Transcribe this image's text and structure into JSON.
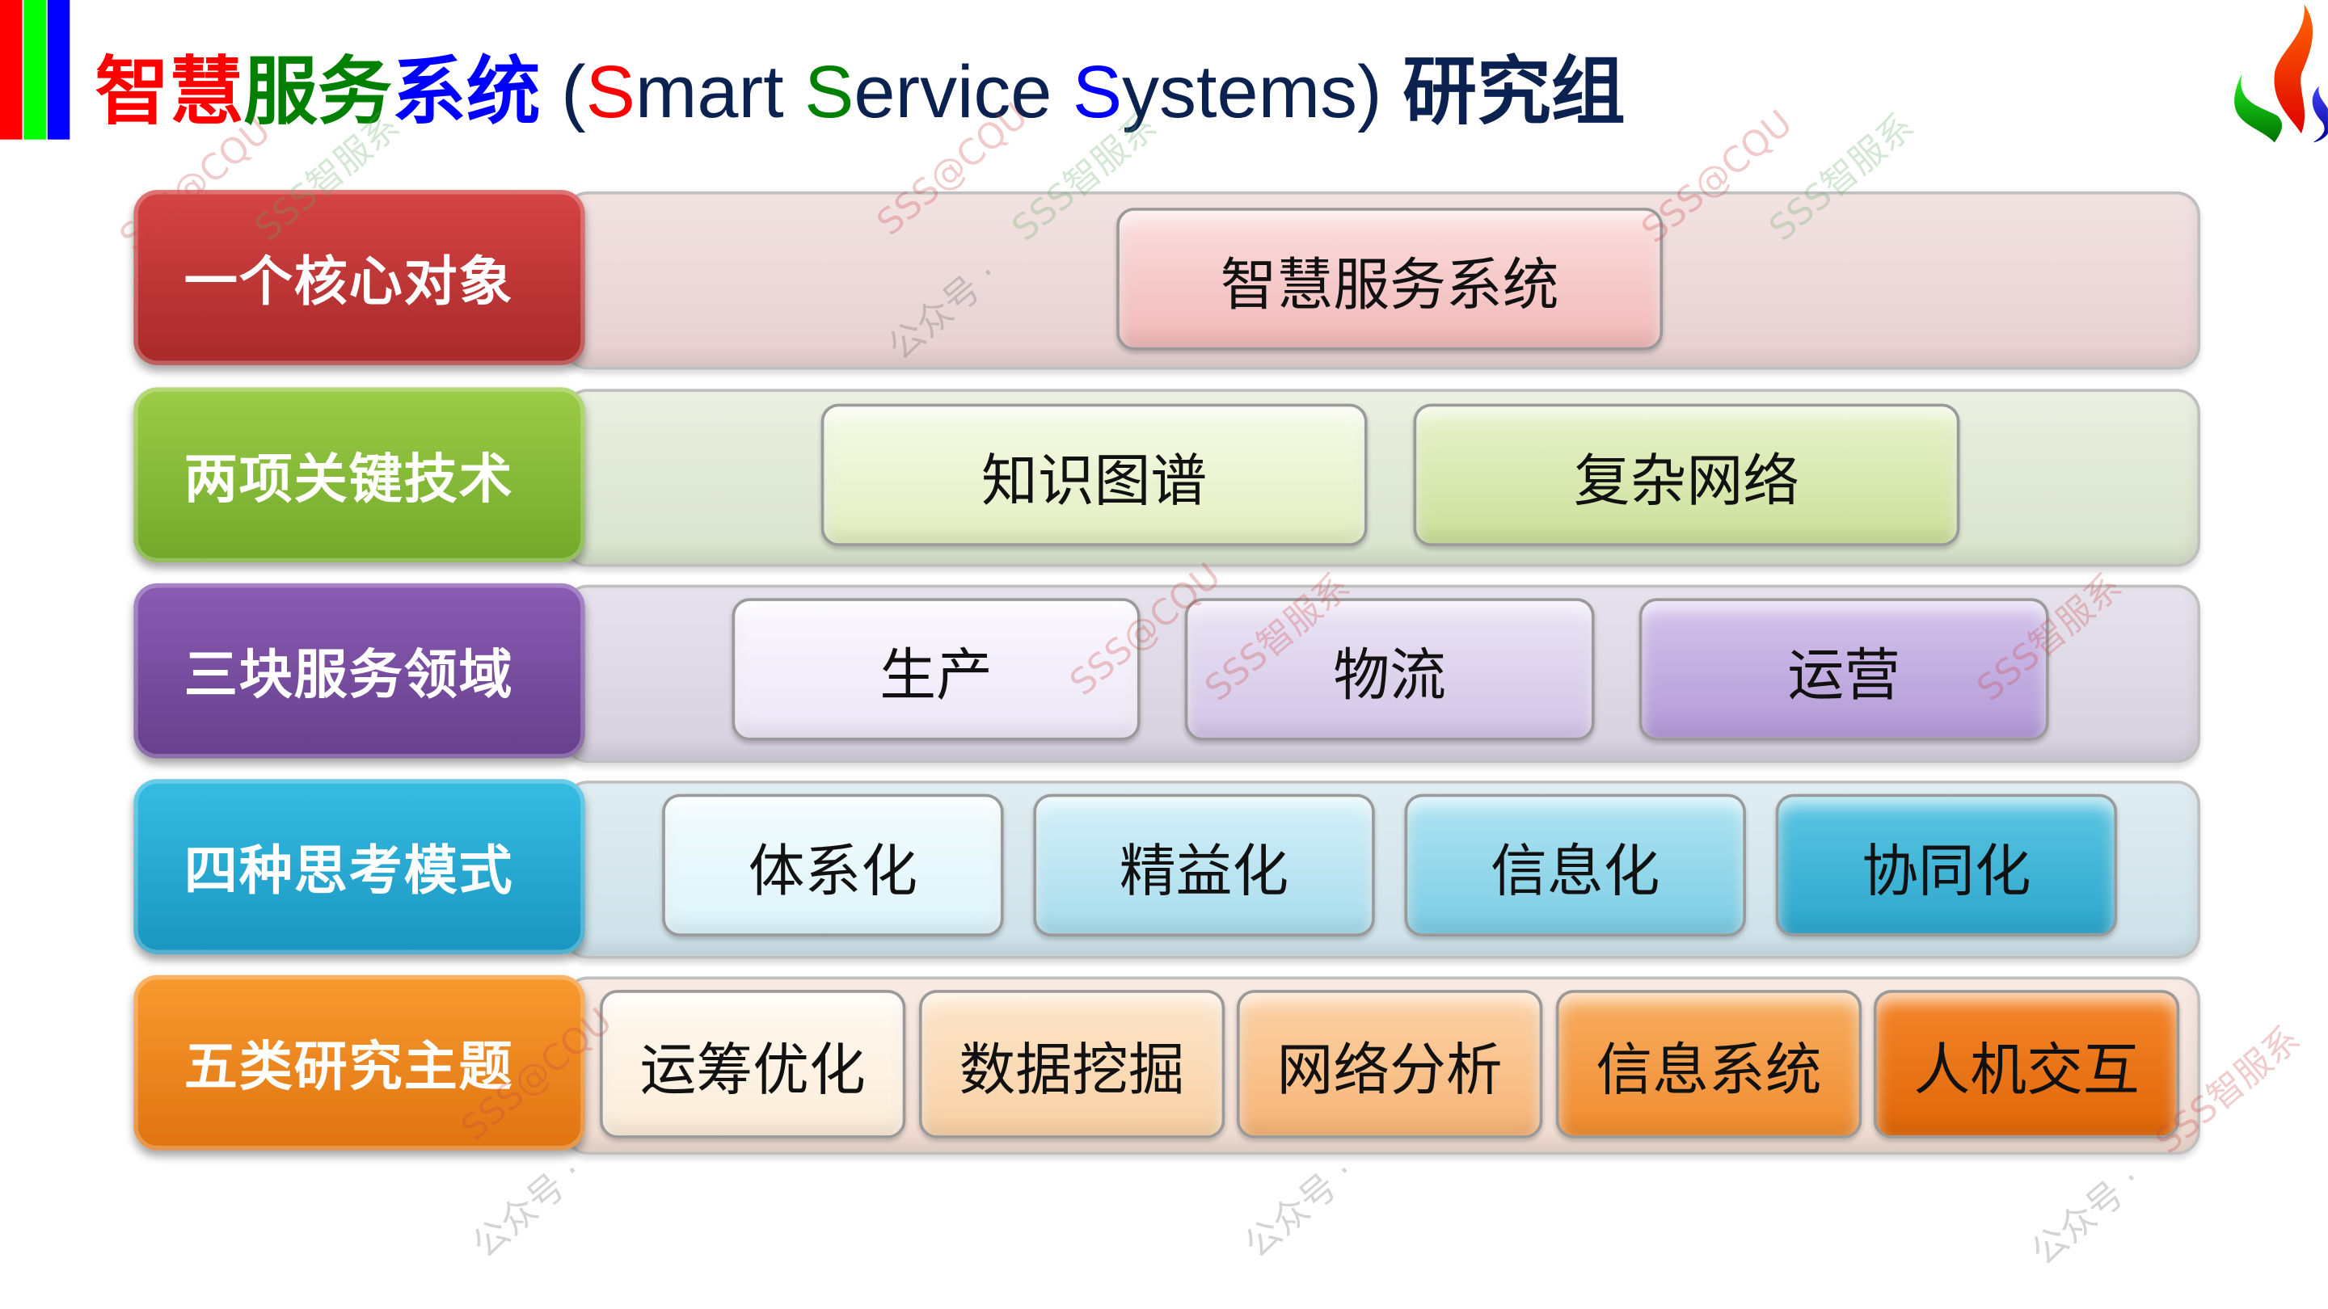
{
  "header": {
    "title_cn_1": "智慧",
    "title_cn_2": "服务",
    "title_cn_3": "系统",
    "title_open": " (",
    "title_s1": "S",
    "title_mart": "mart ",
    "title_s2": "S",
    "title_ervice": "ervice ",
    "title_s3": "S",
    "title_ystems": "ystems) ",
    "title_suffix": "研究组",
    "logo": "flame-logo-icon",
    "colors": {
      "red": "#ff0000",
      "green": "#008000",
      "blue": "#0000ff",
      "navy": "#0b2150"
    }
  },
  "rows": [
    {
      "label": "一个核心对象",
      "items": [
        "智慧服务系统"
      ]
    },
    {
      "label": "两项关键技术",
      "items": [
        "知识图谱",
        "复杂网络"
      ]
    },
    {
      "label": "三块服务领域",
      "items": [
        "生产",
        "物流",
        "运营"
      ]
    },
    {
      "label": "四种思考模式",
      "items": [
        "体系化",
        "精益化",
        "信息化",
        "协同化"
      ]
    },
    {
      "label": "五类研究主题",
      "items": [
        "运筹优化",
        "数据挖掘",
        "网络分析",
        "信息系统",
        "人机交互"
      ]
    }
  ],
  "watermark": {
    "a": "SSS@CQU",
    "b": "SSS智服系",
    "c": "公众号 ·"
  }
}
